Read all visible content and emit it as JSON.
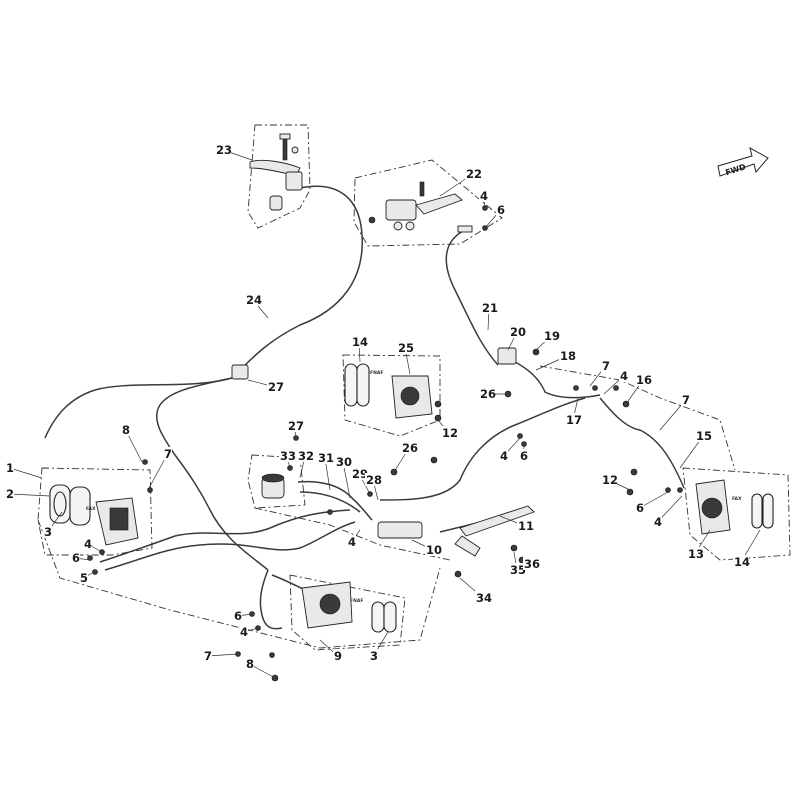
{
  "forward_arrow": {
    "text": "FWD"
  },
  "pad_mark_text": [
    "FAX",
    "FNAF"
  ],
  "callouts": [
    {
      "text": "1"
    },
    {
      "text": "2"
    },
    {
      "text": "3"
    },
    {
      "text": "8"
    },
    {
      "text": "7"
    },
    {
      "text": "4"
    },
    {
      "text": "6"
    },
    {
      "text": "5"
    },
    {
      "text": "7"
    },
    {
      "text": "23"
    },
    {
      "text": "24"
    },
    {
      "text": "27"
    },
    {
      "text": "22"
    },
    {
      "text": "4"
    },
    {
      "text": "6"
    },
    {
      "text": "21"
    },
    {
      "text": "20"
    },
    {
      "text": "19"
    },
    {
      "text": "18"
    },
    {
      "text": "14"
    },
    {
      "text": "25"
    },
    {
      "text": "26"
    },
    {
      "text": "12"
    },
    {
      "text": "4"
    },
    {
      "text": "6"
    },
    {
      "text": "7"
    },
    {
      "text": "4"
    },
    {
      "text": "16"
    },
    {
      "text": "17"
    },
    {
      "text": "7"
    },
    {
      "text": "15"
    },
    {
      "text": "12"
    },
    {
      "text": "6"
    },
    {
      "text": "4"
    },
    {
      "text": "13"
    },
    {
      "text": "14"
    },
    {
      "text": "27"
    },
    {
      "text": "33"
    },
    {
      "text": "32"
    },
    {
      "text": "31"
    },
    {
      "text": "30"
    },
    {
      "text": "26"
    },
    {
      "text": "29"
    },
    {
      "text": "28"
    },
    {
      "text": "4"
    },
    {
      "text": "11"
    },
    {
      "text": "10"
    },
    {
      "text": "35"
    },
    {
      "text": "36"
    },
    {
      "text": "34"
    },
    {
      "text": "6"
    },
    {
      "text": "4"
    },
    {
      "text": "8"
    },
    {
      "text": "9"
    },
    {
      "text": "3"
    }
  ]
}
